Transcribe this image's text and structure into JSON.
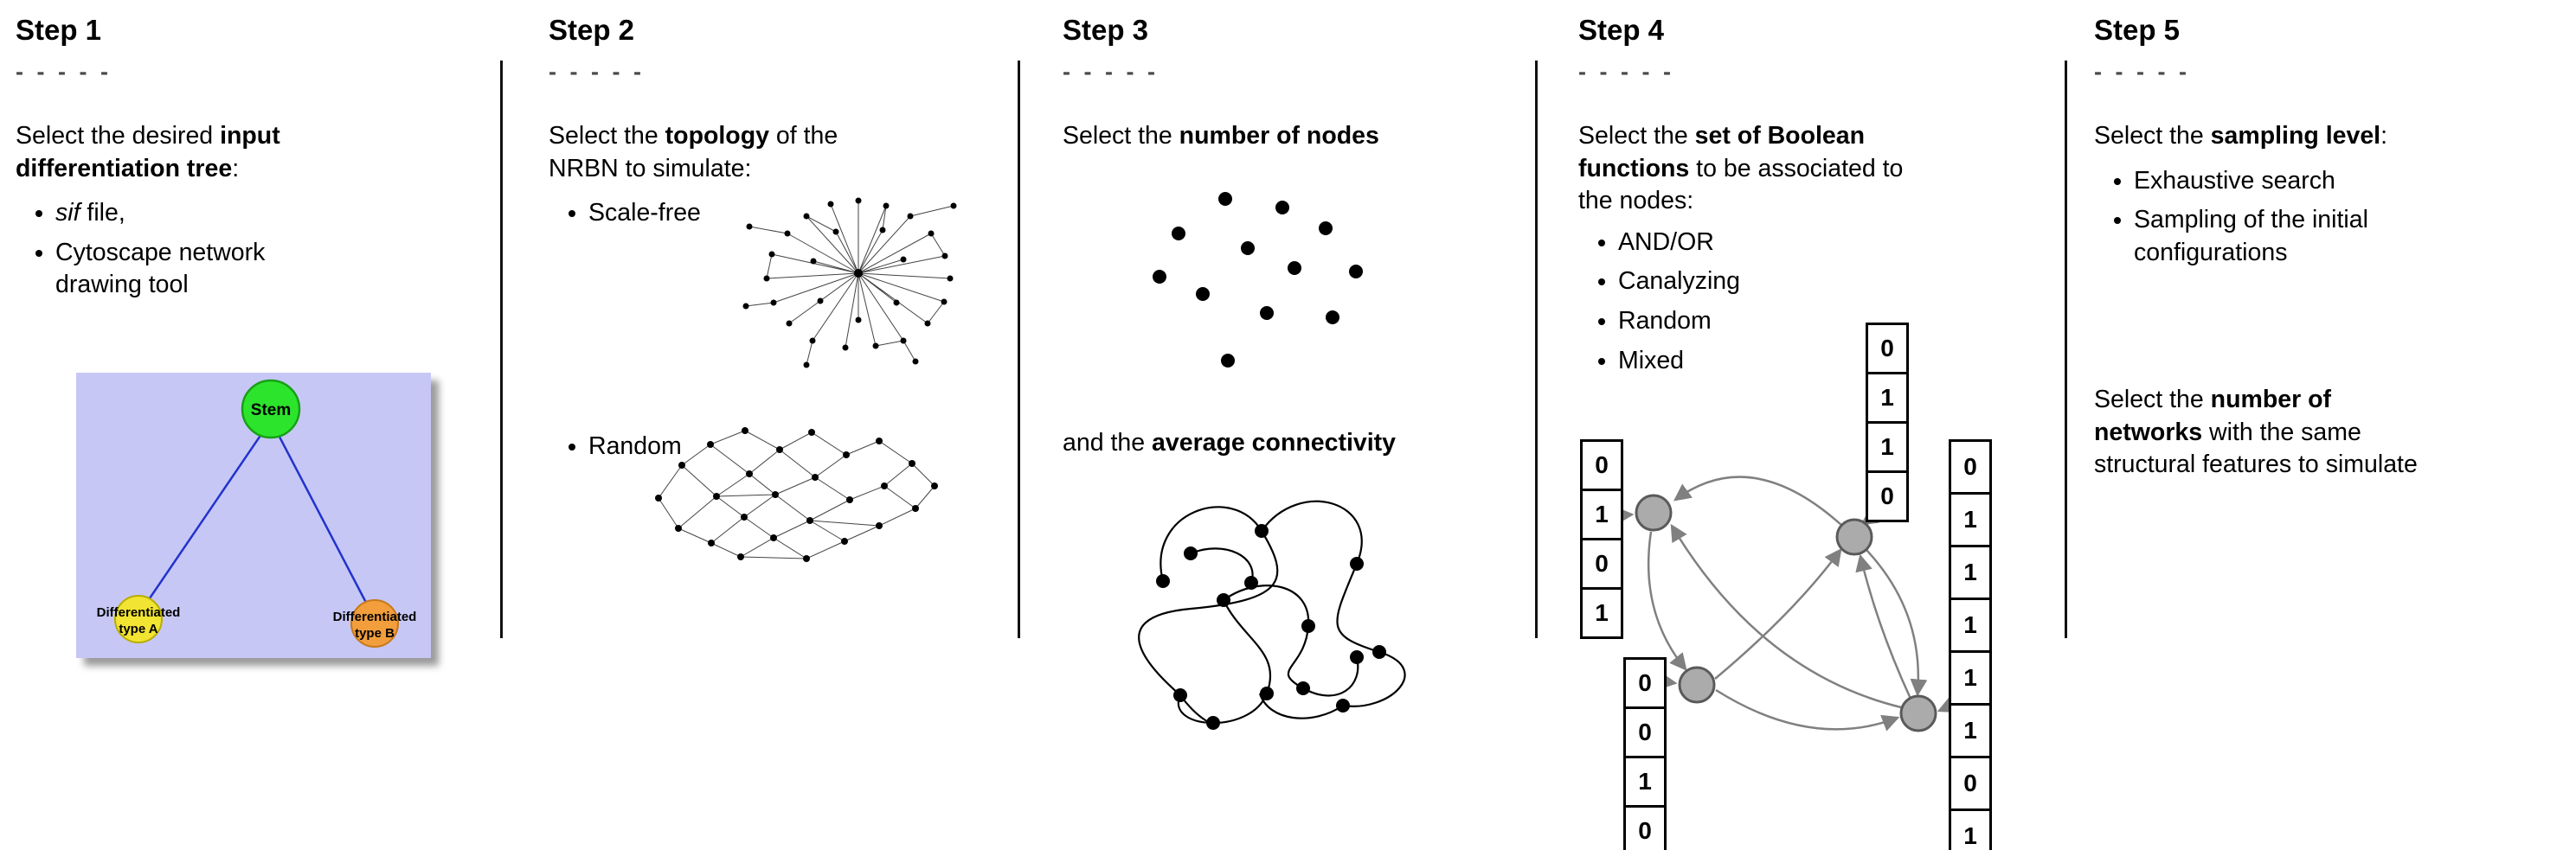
{
  "figure": {
    "background": "#ffffff",
    "divider_color": "#111111"
  },
  "steps": [
    {
      "title": "Step 1",
      "dashes": "- - - - -",
      "intro_lines": [
        [
          "Select the desired ",
          "input"
        ],
        [
          "differentiation tree",
          ":"
        ]
      ],
      "bullet_sif": [
        "sif",
        " file,"
      ],
      "bullet_cytoscape_lines": [
        "Cytoscape network",
        "drawing tool"
      ],
      "tree": {
        "bg": "#c7c7f6",
        "edge_color": "#2233cc",
        "stem_label": "Stem",
        "stem_color": "#2de42d",
        "type_a_line1": "Differentiated",
        "type_a_line2": "type A",
        "type_a_color": "#f2e432",
        "type_b_line1": "Differentiated",
        "type_b_line2": "type B",
        "type_b_color": "#f29e3c"
      }
    },
    {
      "title": "Step 2",
      "dashes": "- - - - -",
      "intro_lines": [
        [
          "Select the ",
          "topology",
          " of the"
        ],
        [
          "NRBN to simulate:"
        ]
      ],
      "bullet_scale_free": "Scale-free",
      "bullet_random": "Random"
    },
    {
      "title": "Step 3",
      "dashes": "- - - - -",
      "line_nodes": [
        "Select the ",
        "number of nodes"
      ],
      "line_connectivity": [
        "and the ",
        "average connectivity"
      ]
    },
    {
      "title": "Step 4",
      "dashes": "- - - - -",
      "intro_lines": [
        [
          "Select the ",
          "set of Boolean"
        ],
        [
          "functions",
          " to be associated to"
        ],
        [
          "the nodes:"
        ]
      ],
      "bullets": [
        "AND/OR",
        "Canalyzing",
        "Random",
        "Mixed"
      ],
      "node_color": "#ababab",
      "tables": {
        "left": [
          "0",
          "1",
          "0",
          "1"
        ],
        "top": [
          "0",
          "1",
          "1",
          "0"
        ],
        "bottom": [
          "0",
          "0",
          "1",
          "0"
        ],
        "right": [
          "0",
          "1",
          "1",
          "1",
          "1",
          "1",
          "0",
          "1"
        ]
      }
    },
    {
      "title": "Step 5",
      "dashes": "- - - - -",
      "intro_lines": [
        [
          "Select the ",
          "sampling level",
          ":"
        ]
      ],
      "bullet_exhaustive": "Exhaustive search",
      "bullet_sampling_lines": [
        "Sampling of the initial",
        "configurations"
      ],
      "second_lines": [
        [
          "Select the ",
          "number of"
        ],
        [
          "networks",
          " with the same"
        ],
        [
          "structural features to simulate"
        ]
      ]
    }
  ]
}
